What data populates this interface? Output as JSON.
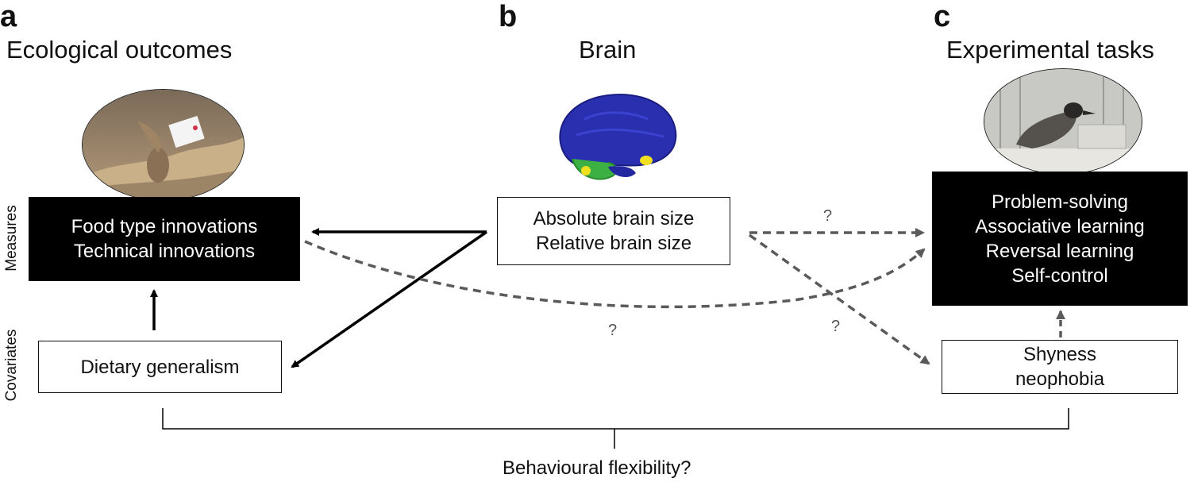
{
  "panels": {
    "a": {
      "letter": "a",
      "title": "Ecological outcomes"
    },
    "b": {
      "letter": "b",
      "title": "Brain"
    },
    "c": {
      "letter": "c",
      "title": "Experimental tasks"
    }
  },
  "row_labels": {
    "measures": "Measures",
    "covariates": "Covariates"
  },
  "boxes": {
    "ecological_measures": [
      "Food type innovations",
      "Technical innovations"
    ],
    "dietary": "Dietary generalism",
    "brain_measures": [
      "Absolute brain size",
      "Relative brain size"
    ],
    "experimental_measures": [
      "Problem-solving",
      "Associative learning",
      "Reversal learning",
      "Self-control"
    ],
    "shyness": [
      "Shyness",
      "neophobia"
    ]
  },
  "question_marks": {
    "brain_to_tasks": "?",
    "curve": "?",
    "brain_to_shyness": "?"
  },
  "bottom_label": "Behavioural flexibility?",
  "images": {
    "bird_innovation": "bird-with-paper-photo",
    "brain_model": "brain-3d-model",
    "bird_task": "bird-at-task-apparatus-photo"
  },
  "colors": {
    "solid_arrow": "#000000",
    "dashed_arrow": "#5a5a5a",
    "brain_blue": "#2a2fb0",
    "brain_green": "#3cb043",
    "brain_yellow": "#f0e020"
  }
}
